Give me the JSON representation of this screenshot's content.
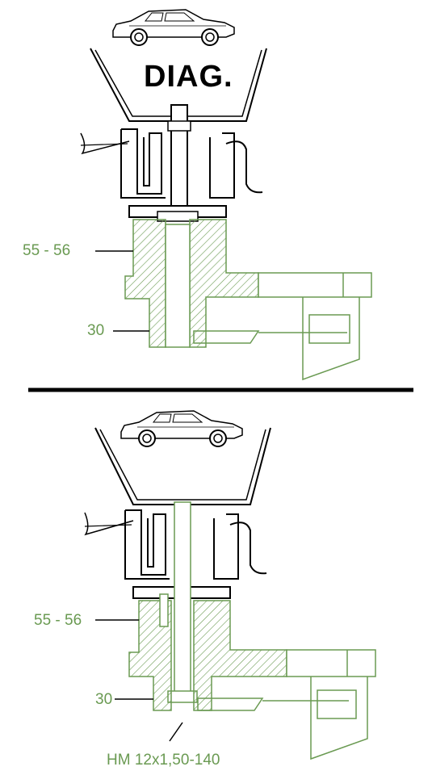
{
  "diagram_top": {
    "title": "DIAG.",
    "label_upper": "55 - 56",
    "label_lower": "30"
  },
  "diagram_bottom": {
    "label_upper": "55 - 56",
    "label_lower": "30",
    "label_bolt": "HM 12x1,50-140"
  },
  "colors": {
    "line": "#000000",
    "part": "#6a9a52",
    "divider": "#000000",
    "background": "#ffffff"
  }
}
